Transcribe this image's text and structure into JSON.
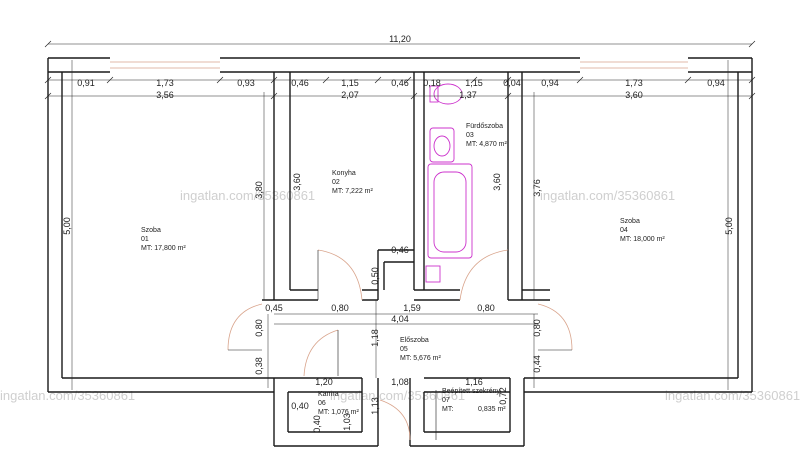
{
  "watermark": "ingatlan.com/35360861",
  "overall_width": "11,20",
  "top_dims_row1": [
    "0,91",
    "1,73",
    "0,93",
    "0,46",
    "1,15",
    "0,46",
    "0,18",
    "1,15",
    "0,04",
    "0,94",
    "1,73",
    "0,94"
  ],
  "top_dims_row2": [
    "3,56",
    "2,07",
    "1,37",
    "3,60"
  ],
  "vertical_dims": {
    "left_outer": "5,00",
    "room01_height": "3,80",
    "kitchen_height": "3,60",
    "bath_height": "3,60",
    "room04_height": "3,76",
    "right_outer": "5,00",
    "left_door": "0,80",
    "left_low": "0,38",
    "closet_small": "0,50",
    "hall_height": "1,18",
    "right_door": "0,80",
    "right_low": "0,44",
    "pantry_a": "0,40",
    "pantry_b": "1,03",
    "pantry_c": "1,13",
    "wardrobe": "0,72"
  },
  "hall_dims": [
    "0,45",
    "0,80",
    "1,59",
    "0,80"
  ],
  "hall_total": "4,04",
  "closet_width": "0,46",
  "lower_dims": {
    "pantry_width": "1,20",
    "mid_width": "1,08",
    "wardrobe_width": "1,16",
    "pantry_inner": "0,40"
  },
  "rooms": {
    "r01": {
      "name": "Szoba",
      "number": "01",
      "area": "MT: 17,800 m²"
    },
    "r02": {
      "name": "Konyha",
      "number": "02",
      "area": "MT: 7,222 m²"
    },
    "r03": {
      "name": "Fürdőszoba",
      "number": "03",
      "area": "MT: 4,870 m²"
    },
    "r04": {
      "name": "Szoba",
      "number": "04",
      "area": "MT: 18,000 m²"
    },
    "r05": {
      "name": "Előszoba",
      "number": "05",
      "area": "MT: 5,676 m²"
    },
    "r06": {
      "name": "Kamra",
      "number": "06",
      "area": "MT: 1,076 m²"
    },
    "r07": {
      "name": "Beépített szekrény",
      "number": "07",
      "area_label": "MT:",
      "area_value": "0,835 m²"
    }
  },
  "colors": {
    "wall": "#1a1a1a",
    "fixture": "#cc33cc",
    "window": "#d9a48c",
    "dim": "#222222",
    "watermark": "#cfcfcf"
  }
}
